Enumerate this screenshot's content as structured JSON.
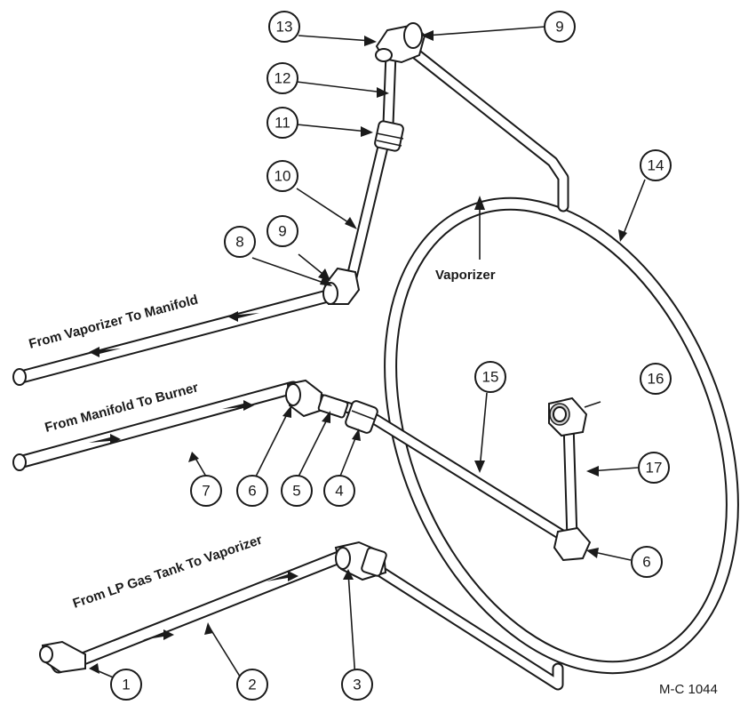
{
  "labels": {
    "vaporizer": "Vaporizer",
    "from_vaporizer": "From Vaporizer To Manifold",
    "from_manifold": "From Manifold To Burner",
    "from_tank": "From LP Gas Tank To Vaporizer",
    "figure_id": "M-C 1044"
  },
  "callouts": {
    "c13": "13",
    "c9a": "9",
    "c12": "12",
    "c11": "11",
    "c10": "10",
    "c8": "8",
    "c9b": "9",
    "c14": "14",
    "c15": "15",
    "c16": "16",
    "c7": "7",
    "c6a": "6",
    "c5": "5",
    "c4": "4",
    "c17": "17",
    "c6b": "6",
    "c1": "1",
    "c2": "2",
    "c3": "3"
  }
}
